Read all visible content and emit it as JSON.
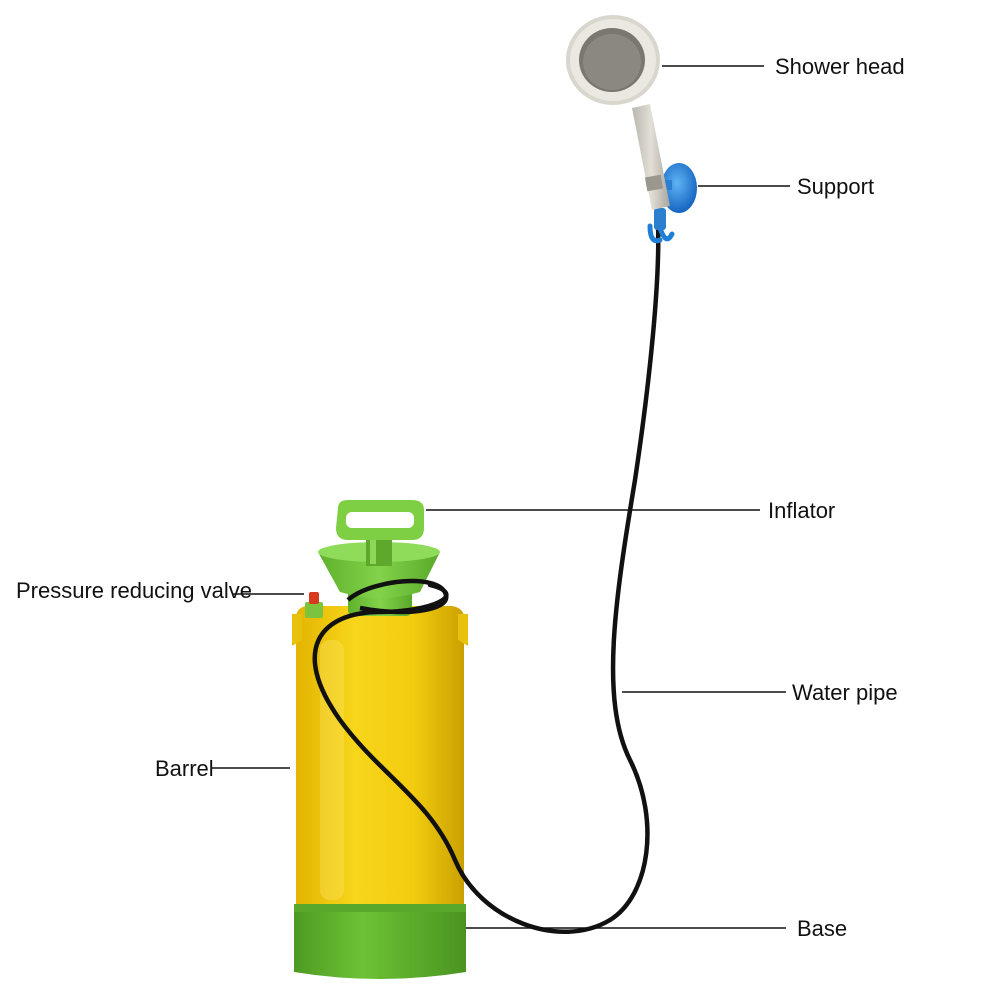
{
  "labels": {
    "shower_head": "Shower head",
    "support": "Support",
    "inflator": "Inflator",
    "pressure_reducing_valve": "Pressure reducing valve",
    "water_pipe": "Water pipe",
    "barrel": "Barrel",
    "base": "Base"
  },
  "colors": {
    "barrel_yellow": "#f2cc0f",
    "base_green": "#62b52d",
    "inflator_green": "#74c63c",
    "hose_black": "#111111",
    "support_blue": "#1f7fd6",
    "shower_head_gray": "#d6d3cb",
    "valve_red": "#d93a1f"
  }
}
